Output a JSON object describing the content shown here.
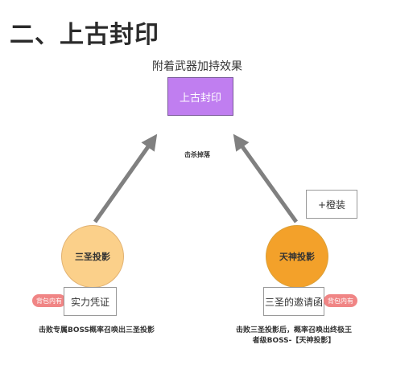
{
  "heading": "二、上古封印",
  "target": {
    "caption": "附着武器加持效果",
    "label": "上古封印"
  },
  "edge_label": "击杀掉落",
  "side_box": "+橙装",
  "left_node": {
    "label": "三圣投影",
    "item": "实力凭证",
    "tag": "背包内有",
    "caption": "击败专属BOSS概率召唤出三圣投影"
  },
  "right_node": {
    "label": "天神投影",
    "item": "三圣的邀请函",
    "tag": "背包内有",
    "caption_line1": "击败三圣投影后，概率召唤出终极王",
    "caption_line2": "者级BOSS-【天神投影】"
  },
  "colors": {
    "seal_box": "#c07ef0",
    "left_circle": "#fbd08a",
    "right_circle": "#f3a12a",
    "tag": "#f08585",
    "arrow": "#808080"
  }
}
